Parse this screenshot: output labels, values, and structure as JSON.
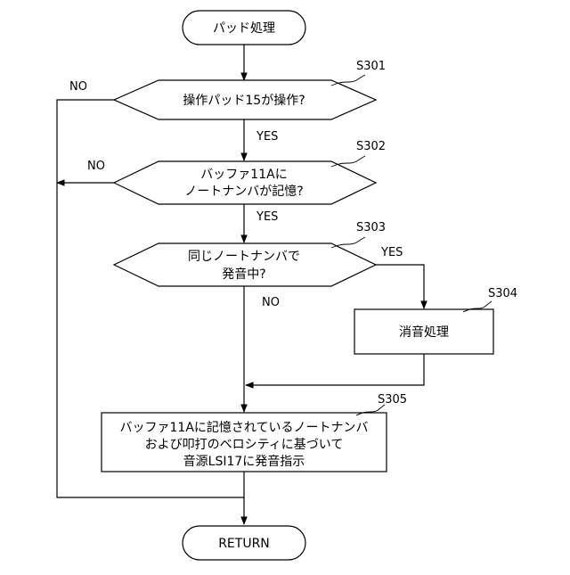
{
  "flowchart": {
    "start": "パッド処理",
    "end": "RETURN",
    "steps": {
      "s301": {
        "id": "S301",
        "question": "操作パッド15が操作?",
        "yes": "YES",
        "no": "NO"
      },
      "s302": {
        "id": "S302",
        "line1": "バッファ11Aに",
        "line2": "ノートナンバが記憶?",
        "yes": "YES",
        "no": "NO"
      },
      "s303": {
        "id": "S303",
        "line1": "同じノートナンバで",
        "line2": "発音中?",
        "yes": "YES",
        "no": "NO"
      },
      "s304": {
        "id": "S304",
        "text": "消音処理"
      },
      "s305": {
        "id": "S305",
        "line1": "バッファ11Aに記憶されているノートナンバ",
        "line2": "および叩打のベロシティに基づいて",
        "line3": "音源LSI17に発音指示"
      }
    }
  }
}
